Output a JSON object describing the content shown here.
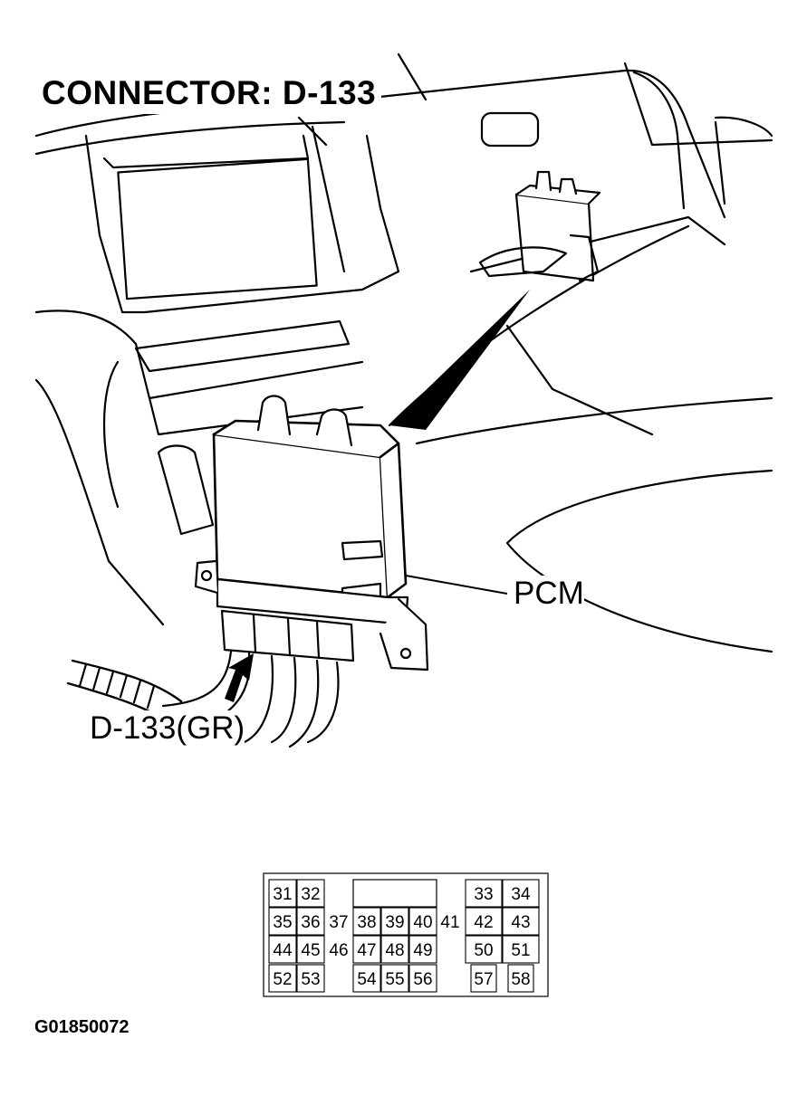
{
  "diagram": {
    "title": "CONNECTOR: D-133",
    "component_label": "PCM",
    "connector_label": "D-133(GR)",
    "figure_id": "G01850072"
  },
  "pinout": {
    "rows": [
      [
        {
          "pin": "31",
          "col": 0
        },
        {
          "pin": "32",
          "col": 1
        },
        {
          "pin": "33",
          "col": 7
        },
        {
          "pin": "34",
          "col": 8
        }
      ],
      [
        {
          "pin": "35",
          "col": 0
        },
        {
          "pin": "36",
          "col": 1
        },
        {
          "pin": "37",
          "col": 2
        },
        {
          "pin": "38",
          "col": 3
        },
        {
          "pin": "39",
          "col": 4
        },
        {
          "pin": "40",
          "col": 5
        },
        {
          "pin": "41",
          "col": 6
        },
        {
          "pin": "42",
          "col": 7
        },
        {
          "pin": "43",
          "col": 8
        }
      ],
      [
        {
          "pin": "44",
          "col": 0
        },
        {
          "pin": "45",
          "col": 1
        },
        {
          "pin": "46",
          "col": 2
        },
        {
          "pin": "47",
          "col": 3
        },
        {
          "pin": "48",
          "col": 4
        },
        {
          "pin": "49",
          "col": 5
        },
        {
          "pin": "50",
          "col": 7
        },
        {
          "pin": "51",
          "col": 8
        }
      ],
      [
        {
          "pin": "52",
          "col": 0
        },
        {
          "pin": "53",
          "col": 1
        },
        {
          "pin": "54",
          "col": 3
        },
        {
          "pin": "55",
          "col": 4
        },
        {
          "pin": "56",
          "col": 5
        },
        {
          "pin": "57",
          "col": 7
        },
        {
          "pin": "58",
          "col": 8
        }
      ]
    ]
  }
}
